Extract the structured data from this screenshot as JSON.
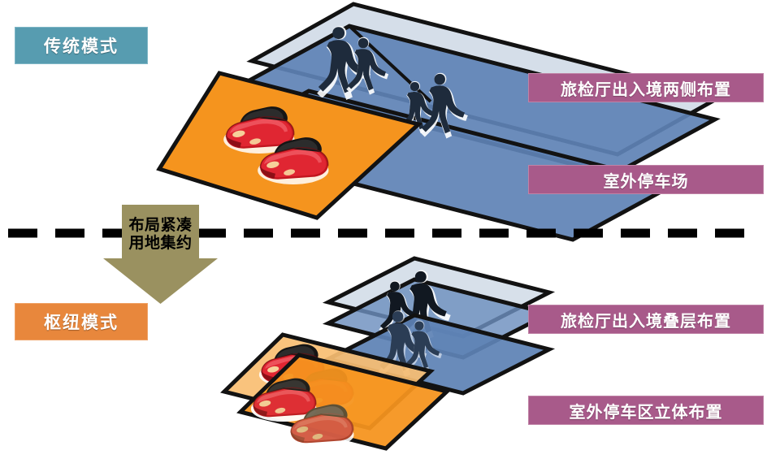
{
  "diagram": {
    "title_mode_traditional": "传统模式",
    "title_mode_hub": "枢纽模式",
    "arrow": {
      "line1": "布局紧凑",
      "line2": "用地集约",
      "color": "#9A9160",
      "icon": "down-arrow-icon"
    },
    "divider": {
      "icon": "dashed-separator-icon",
      "color": "#000000"
    },
    "right_labels": [
      {
        "text": "旅检厅出入境两侧布置",
        "section": "traditional",
        "color": "#A85A8A"
      },
      {
        "text": "室外停车场",
        "section": "traditional",
        "color": "#A85A8A"
      },
      {
        "text": "旅检厅出入境叠层布置",
        "section": "hub",
        "color": "#A85A8A"
      },
      {
        "text": "室外停车区立体布置",
        "section": "hub",
        "color": "#A85A8A"
      }
    ],
    "colors": {
      "badge_traditional": "#579CB0",
      "badge_hub": "#E8873C",
      "label_purple": "#A85A8A",
      "plane_blue_dark": "#5E82B5",
      "plane_blue_light": "#D5DEE9",
      "plane_orange": "#F5941E",
      "plane_orange_light": "#F9BE72",
      "outline": "#121212",
      "people_silhouette": "#1E2B3C"
    },
    "scenes": {
      "traditional": {
        "name": "traditional-layout-scene",
        "inspection_hall": {
          "name": "inspection-hall-side-by-side",
          "planes": 2,
          "people_groups": 2
        },
        "parking": {
          "name": "outdoor-parking-flat",
          "planes": 1,
          "cars": 2
        }
      },
      "hub": {
        "name": "hub-layout-scene",
        "inspection_hall": {
          "name": "inspection-hall-stacked",
          "planes": 3,
          "people_groups": 2
        },
        "parking": {
          "name": "outdoor-parking-multilevel",
          "planes": 2,
          "cars": 4
        }
      }
    }
  }
}
